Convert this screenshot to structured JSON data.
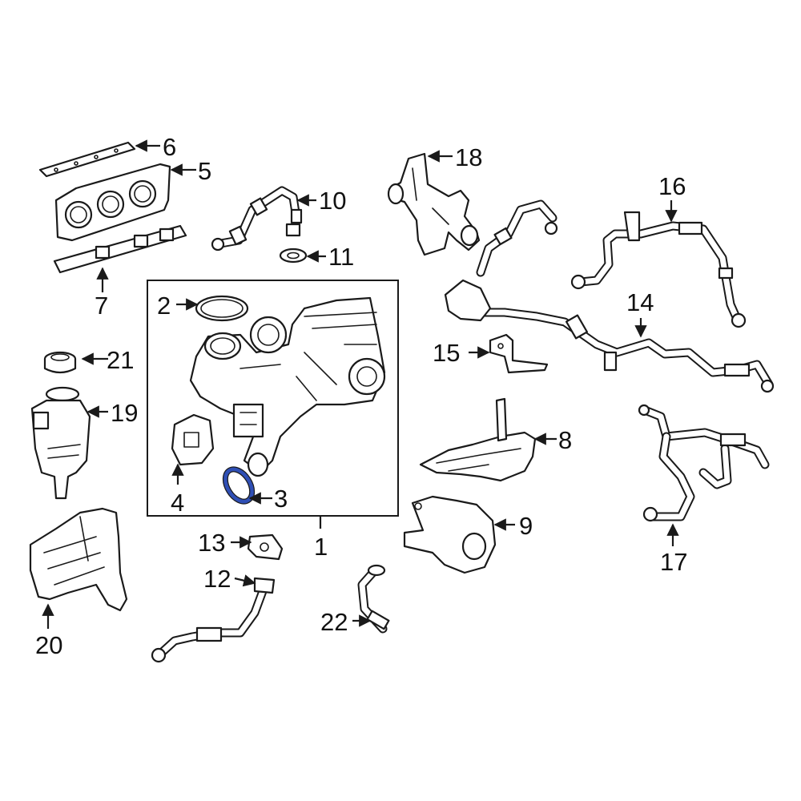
{
  "diagram": {
    "highlight_color": "#2f4fb5",
    "callouts": [
      {
        "id": "1",
        "text": "1"
      },
      {
        "id": "2",
        "text": "2"
      },
      {
        "id": "3",
        "text": "3"
      },
      {
        "id": "4",
        "text": "4"
      },
      {
        "id": "5",
        "text": "5"
      },
      {
        "id": "6",
        "text": "6"
      },
      {
        "id": "7",
        "text": "7"
      },
      {
        "id": "8",
        "text": "8"
      },
      {
        "id": "9",
        "text": "9"
      },
      {
        "id": "10",
        "text": "10"
      },
      {
        "id": "11",
        "text": "11"
      },
      {
        "id": "12",
        "text": "12"
      },
      {
        "id": "13",
        "text": "13"
      },
      {
        "id": "14",
        "text": "14"
      },
      {
        "id": "15",
        "text": "15"
      },
      {
        "id": "16",
        "text": "16"
      },
      {
        "id": "17",
        "text": "17"
      },
      {
        "id": "18",
        "text": "18"
      },
      {
        "id": "19",
        "text": "19"
      },
      {
        "id": "20",
        "text": "20"
      },
      {
        "id": "21",
        "text": "21"
      },
      {
        "id": "22",
        "text": "22"
      }
    ]
  }
}
